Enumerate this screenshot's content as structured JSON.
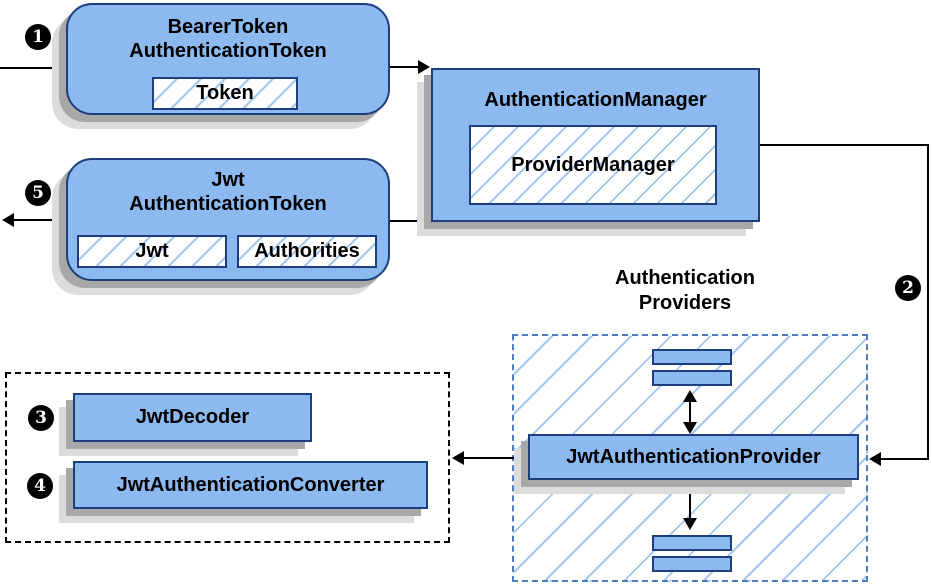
{
  "steps": [
    "1",
    "2",
    "3",
    "4",
    "5"
  ],
  "nodes": {
    "bearer": {
      "line1": "BearerToken",
      "line2": "AuthenticationToken",
      "chip": "Token"
    },
    "manager": {
      "title": "AuthenticationManager",
      "chip": "ProviderManager"
    },
    "jwt_token": {
      "line1": "Jwt",
      "line2": "AuthenticationToken",
      "chips": [
        "Jwt",
        "Authorities"
      ]
    },
    "providers": {
      "label_line1": "Authentication",
      "label_line2": "Providers",
      "provider": "JwtAuthenticationProvider"
    },
    "decoder": {
      "title": "JwtDecoder"
    },
    "converter": {
      "title": "JwtAuthenticationConverter"
    }
  },
  "colors": {
    "node_fill": "#8bb9f0",
    "node_border": "#1e3f7d",
    "hatch_line": "#a5c6ee",
    "providers_dashed_border": "#4b7dc0",
    "shadow_dark": "#a8a8a8",
    "shadow_light": "#dcdcdc",
    "wire": "#000000"
  }
}
